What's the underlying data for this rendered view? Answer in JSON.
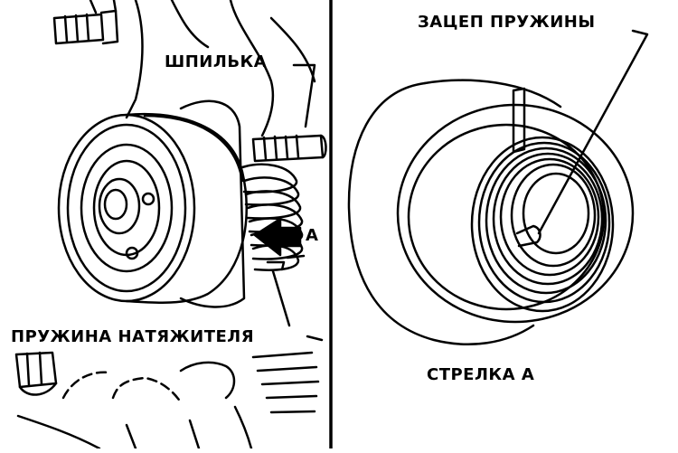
{
  "labels": {
    "stud": "ШПИЛЬКА",
    "arrow_a": "А",
    "tensioner_spring": "ПРУЖИНА НАТЯЖИТЕЛЯ",
    "spring_hook": "ЗАЦЕП ПРУЖИНЫ",
    "view_arrow_a": "СТРЕЛКА А"
  }
}
